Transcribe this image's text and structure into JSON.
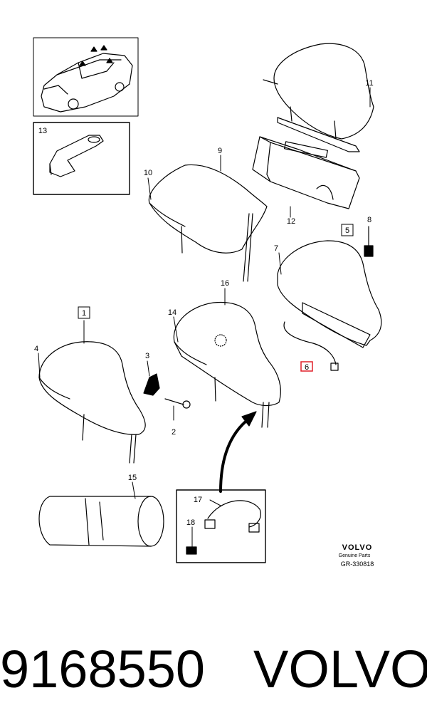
{
  "callouts": {
    "c1": "1",
    "c2": "2",
    "c3": "3",
    "c4": "4",
    "c5": "5",
    "c6": "6",
    "c7": "7",
    "c8": "8",
    "c9": "9",
    "c10": "10",
    "c11": "11",
    "c12": "12",
    "c13": "13",
    "c14": "14",
    "c15": "15",
    "c16": "16",
    "c17": "17",
    "c18": "18"
  },
  "brand_block": {
    "logo_text": "VOLVO",
    "subtitle": "Genuine Parts",
    "reference": "GR-330818"
  },
  "highlight_color": "#e0202a",
  "caption": {
    "part_number": "9168550",
    "brand": "VOLVO"
  }
}
